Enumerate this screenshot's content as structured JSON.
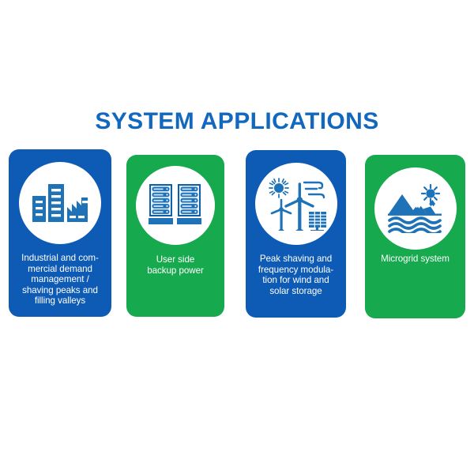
{
  "header": {
    "title": "SYSTEM APPLICATIONS",
    "title_color": "#1268bd"
  },
  "theme": {
    "background": "#ffffff",
    "blue": "#0e5bb5",
    "green": "#16a94e",
    "icon_blue": "#1d72b8",
    "icon_blue_dark": "#0f5ea8",
    "disc": "#ffffff",
    "caption_color": "#ffffff"
  },
  "cards": [
    {
      "index": 1,
      "color_name": "blue",
      "color": "#0e5bb5",
      "icon": "factory-buildings-icon",
      "caption": "Industrial and commercial demand management / shaving peaks and filling valleys",
      "caption_lines": [
        "Industrial and com-",
        "mercial demand",
        "management /",
        "shaving peaks and",
        "filling valleys"
      ]
    },
    {
      "index": 2,
      "color_name": "green",
      "color": "#16a94e",
      "icon": "server-rack-icon",
      "caption": "User side backup power",
      "caption_lines": [
        "User side",
        "backup power"
      ]
    },
    {
      "index": 3,
      "color_name": "blue",
      "color": "#0e5bb5",
      "icon": "wind-solar-icon",
      "caption": "Peak shaving and frequency modulation for wind and solar storage",
      "caption_lines": [
        "Peak shaving and",
        "frequency modula-",
        "tion for wind and",
        "solar storage"
      ]
    },
    {
      "index": 4,
      "color_name": "green",
      "color": "#16a94e",
      "icon": "mountain-water-sun-icon",
      "caption": "Microgrid system",
      "caption_lines": [
        "Microgrid system"
      ]
    }
  ]
}
